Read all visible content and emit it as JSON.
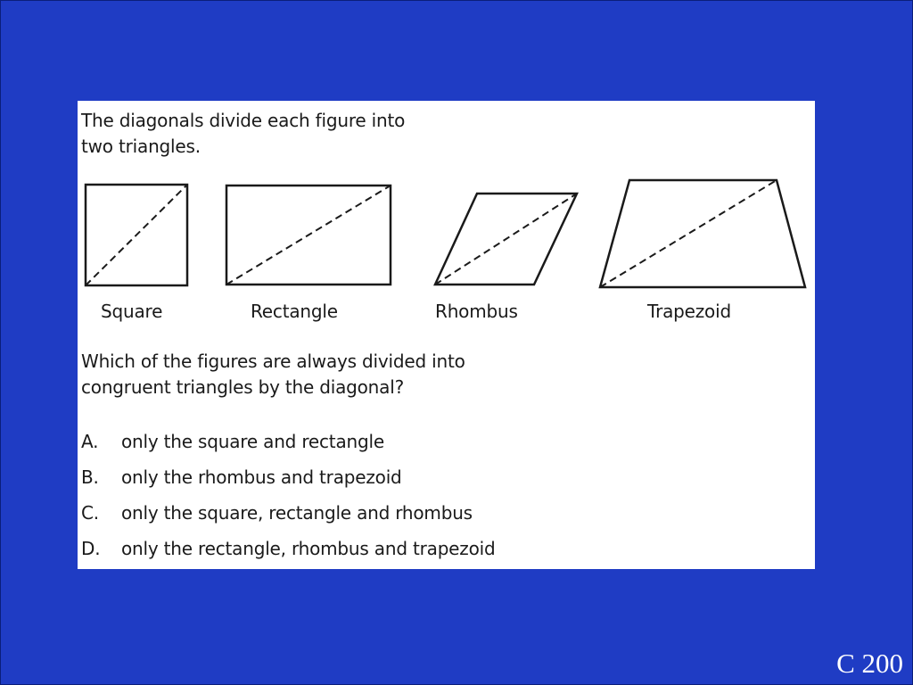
{
  "panel": {
    "intro_line1": "The diagonals divide each figure into",
    "intro_line2": "two triangles.",
    "shapes": [
      {
        "label": "Square"
      },
      {
        "label": "Rectangle"
      },
      {
        "label": "Rhombus"
      },
      {
        "label": "Trapezoid"
      }
    ],
    "question_line1": "Which of the figures are always divided into",
    "question_line2": "congruent triangles by the diagonal?",
    "options": [
      {
        "letter": "A.",
        "text": "only the square and rectangle"
      },
      {
        "letter": "B.",
        "text": "only the rhombus and trapezoid"
      },
      {
        "letter": "C.",
        "text": "only the square, rectangle and rhombus"
      },
      {
        "letter": "D.",
        "text": "only the rectangle, rhombus and trapezoid"
      }
    ]
  },
  "slide_code": "C 200",
  "colors": {
    "background": "#1f3cc4",
    "panel": "#ffffff",
    "ink": "#1a1a1a"
  }
}
